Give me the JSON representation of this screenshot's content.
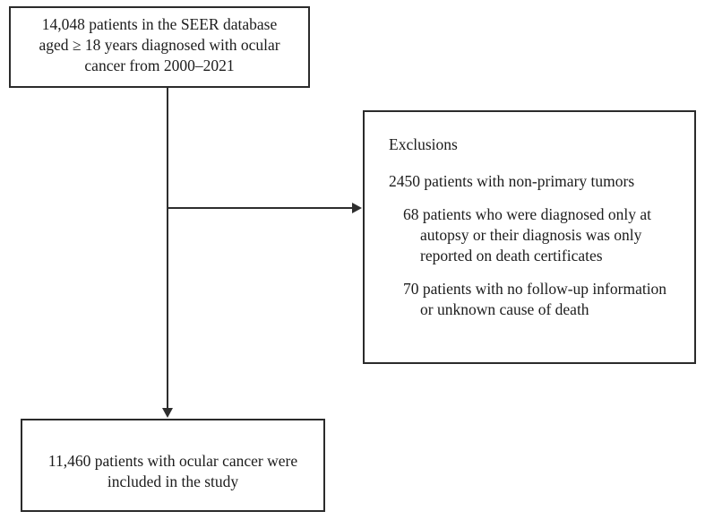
{
  "diagram": {
    "type": "flowchart",
    "colors": {
      "background": "#ffffff",
      "border": "#2b2b2b",
      "text": "#1c1c1c",
      "connector": "#2e2e2e"
    },
    "top_box": {
      "line1": "14,048 patients in the SEER database",
      "line2": "aged ≥ 18 years diagnosed with ocular",
      "line3": "cancer from 2000–2021"
    },
    "exclusions": {
      "title": "Exclusions",
      "items": [
        {
          "lines": [
            "2450 patients with non-primary tumors"
          ]
        },
        {
          "lines": [
            "68 patients who were diagnosed only at",
            "autopsy or their diagnosis was only",
            "reported on death certificates"
          ]
        },
        {
          "lines": [
            "70 patients with no follow-up information",
            "or unknown cause of death"
          ]
        }
      ]
    },
    "bottom_box": {
      "line1": "11,460 patients with ocular cancer were",
      "line2": "included in the study"
    }
  }
}
